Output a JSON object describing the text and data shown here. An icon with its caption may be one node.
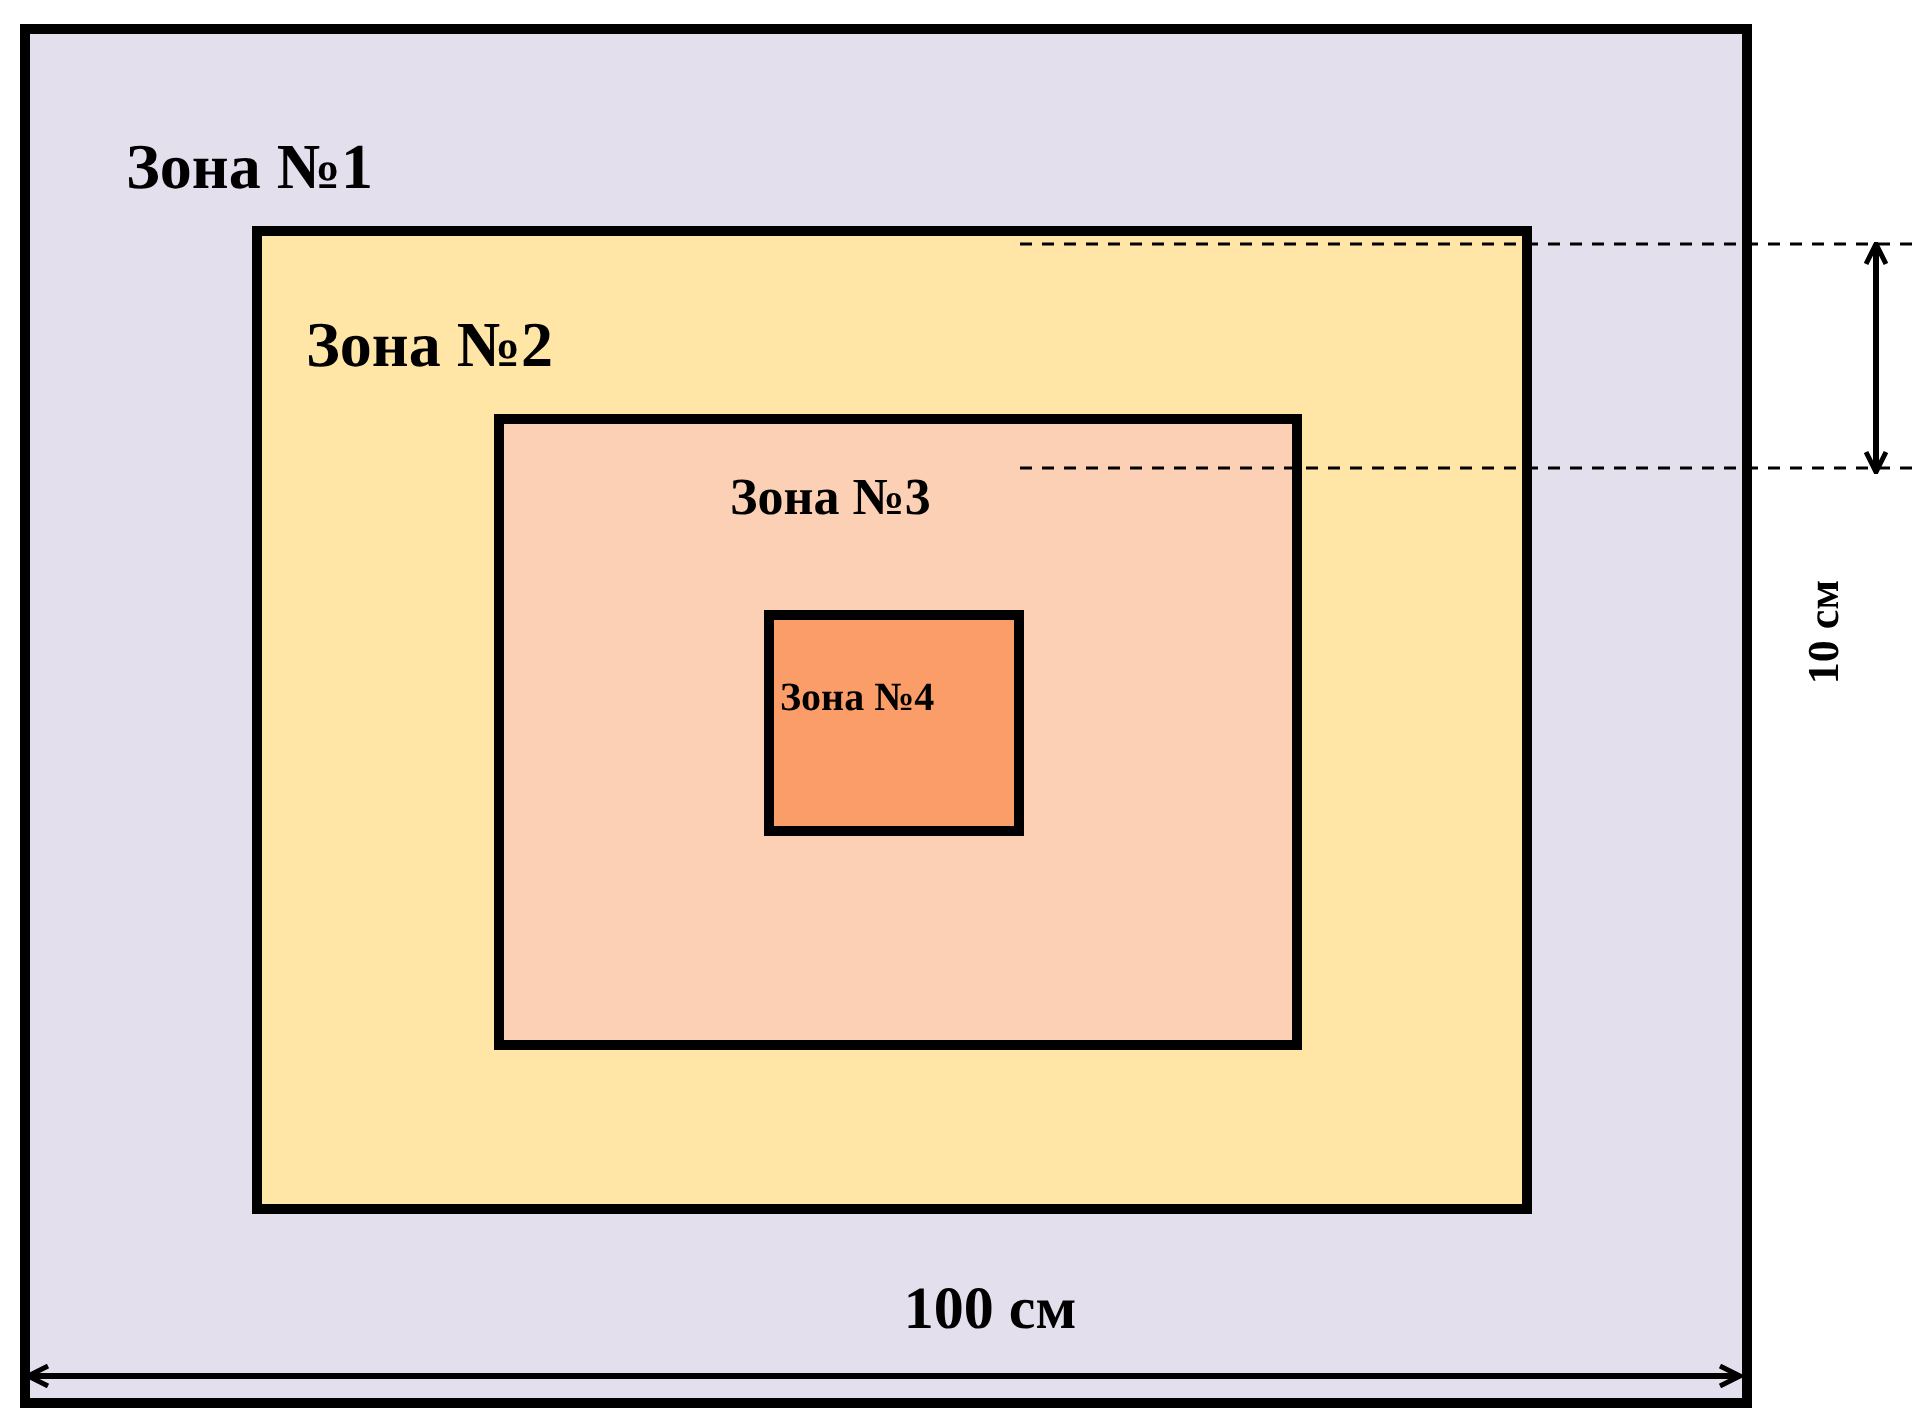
{
  "diagram": {
    "nodes": [
      {
        "text": [
          "Зона №1"
        ]
      },
      {
        "text": [
          "Зона №2"
        ],
        "in": 0
      },
      {
        "text": [
          "Зона №3"
        ],
        "in": 1
      },
      {
        "text": [
          "Зона №4"
        ],
        "in": 2
      }
    ],
    "labels": [
      "10 см",
      "100 см"
    ]
  }
}
